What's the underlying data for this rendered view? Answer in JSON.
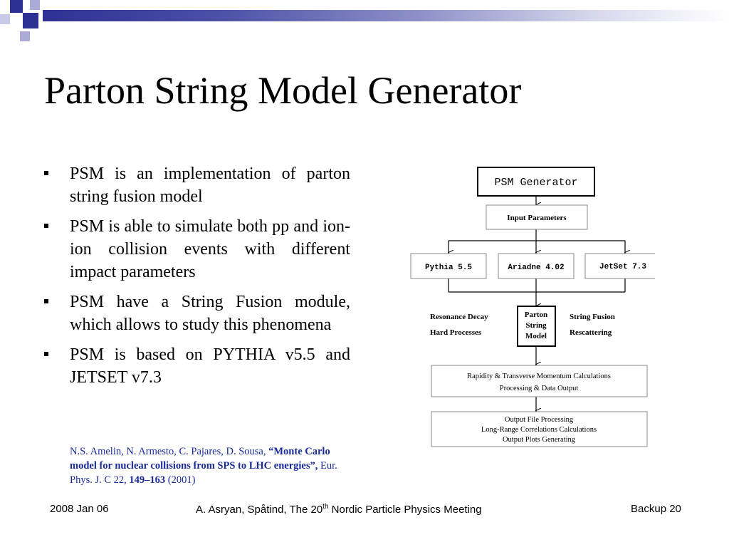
{
  "slide": {
    "title": "Parton String Model Generator",
    "bullets": [
      "PSM is an implementation of parton string fusion model",
      "PSM is able to simulate both pp and ion-ion collision events with different impact parameters",
      "PSM have a String Fusion module, which allows to study this phenomena",
      "PSM is based on PYTHIA v5.5 and JETSET v7.3"
    ],
    "reference": {
      "authors": "N.S. Amelin, N. Armesto, C. Pajares, D. Sousa,",
      "title": "“Monte Carlo model for nuclear collisions from SPS to LHC energies”,",
      "journal": "Eur. Phys. J. C 22,",
      "pages": "149–163",
      "year": "(2001)"
    },
    "footer": {
      "date": "2008 Jan 06",
      "author_prefix": "A. Asryan, Spåtind, The 20",
      "author_sup": "th",
      "author_suffix": " Nordic Particle Physics Meeting",
      "slide_label": "Backup 20"
    },
    "colors": {
      "header_dark": "#2e3192",
      "header_light": "#8e91c8",
      "reference_text": "#1a2a9a"
    }
  },
  "diagram": {
    "generator": "PSM Generator",
    "input": "Input Parameters",
    "modules": [
      "Pythia 5.5",
      "Ariadne 4.02",
      "JetSet 7.3"
    ],
    "core": [
      "Parton",
      "String",
      "Model"
    ],
    "left_labels": [
      "Resonance Decay",
      "Hard Processes"
    ],
    "right_labels": [
      "String Fusion",
      "Rescattering"
    ],
    "calc": [
      "Rapidity & Transverse Momentum Calculations",
      "Processing & Data Output"
    ],
    "output": [
      "Output File Processing",
      "Long-Range Correlations Calculations",
      "Output Plots Generating"
    ]
  }
}
